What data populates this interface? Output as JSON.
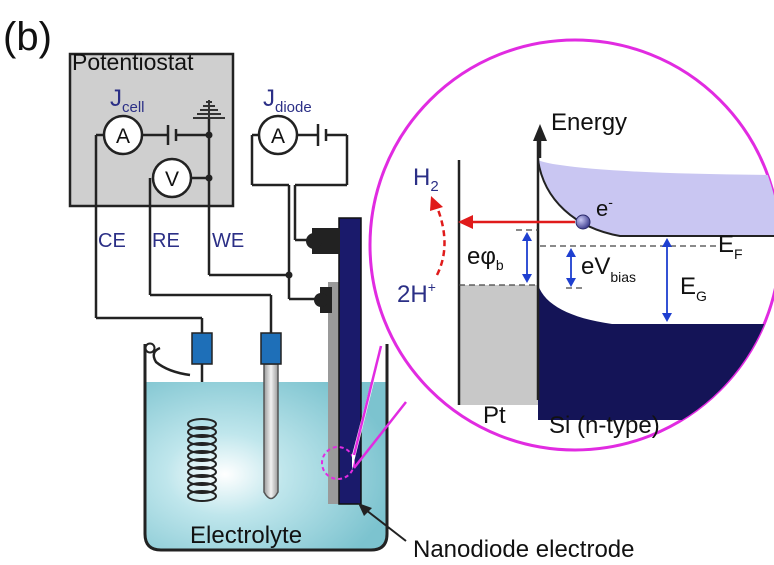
{
  "figure": {
    "panel_label": "(b)"
  },
  "potentiostat": {
    "title": "Potentiostat",
    "j_cell_main": "J",
    "j_cell_sub": "cell",
    "ammeter": "A",
    "voltmeter": "V",
    "terminals": [
      "CE",
      "RE",
      "WE"
    ]
  },
  "diode_meter": {
    "j_main": "J",
    "j_sub": "diode",
    "ammeter": "A"
  },
  "cell": {
    "electrolyte_label": "Electrolyte",
    "electrode_label": "Nanodiode electrode"
  },
  "band_diagram": {
    "energy_axis": "Energy",
    "h2_main": "H",
    "h2_sub": "2",
    "proton_main": "2H",
    "proton_sup": "+",
    "electron_main": "e",
    "electron_sup": "-",
    "barrier_main": "eφ",
    "barrier_sub": "b",
    "bias_main": "eV",
    "bias_sub": "bias",
    "ef_main": "E",
    "ef_sub": "F",
    "eg_main": "E",
    "eg_sub": "G",
    "metal_label": "Pt",
    "semiconductor_label": "Si (n-type)"
  },
  "colors": {
    "potentiostat_box": "#cfcfcf",
    "electrolyte": "#8ecfd8",
    "electrode_dark": "#1a1a6b",
    "connector": "#1e6fb8",
    "zoom_circle": "#e12be1",
    "conduction_band": "#c9c6f2",
    "valence_band": "#141457",
    "pt_metal": "#c8c8c8",
    "arrow_red": "#e01b1b",
    "text_blue": "#2b2f86"
  }
}
